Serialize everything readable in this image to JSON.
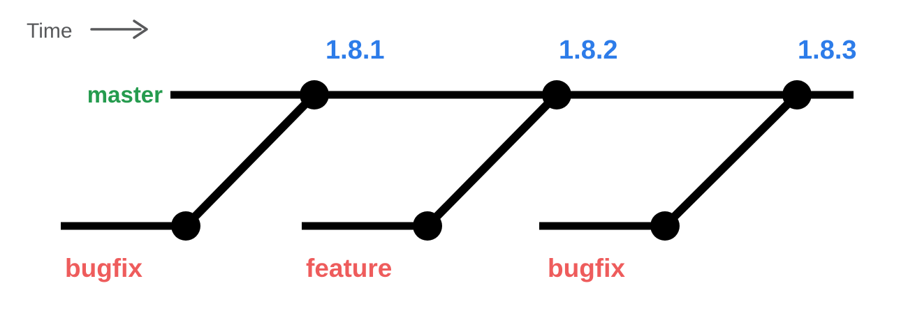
{
  "diagram": {
    "time_label": "Time",
    "master": {
      "label": "master"
    },
    "releases": [
      {
        "label": "1.8.1"
      },
      {
        "label": "1.8.2"
      },
      {
        "label": "1.8.3"
      }
    ],
    "branches": [
      {
        "label": "bugfix"
      },
      {
        "label": "feature"
      },
      {
        "label": "bugfix"
      }
    ],
    "colors": {
      "master_label": "#259b4e",
      "release_label": "#2d7ce9",
      "branch_label": "#ee5c5c",
      "time_label": "#58595b",
      "line": "#000000"
    }
  }
}
